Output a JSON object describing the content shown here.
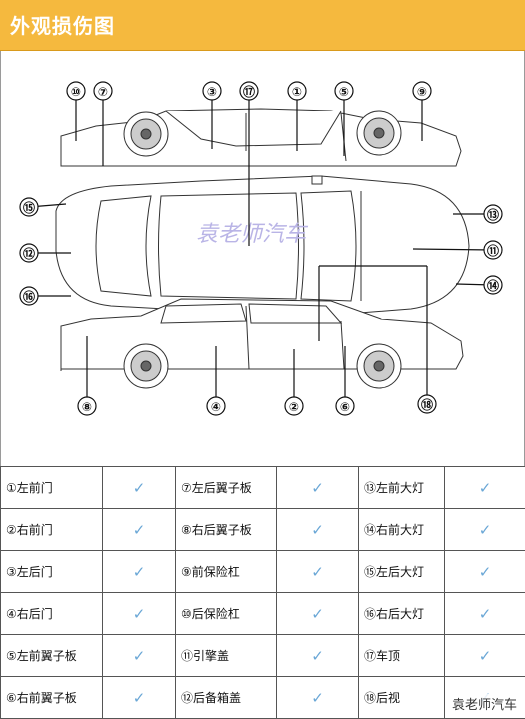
{
  "header": {
    "title": "外观损伤图"
  },
  "diagram": {
    "watermark": "袁老师汽车",
    "callouts": [
      "⑩",
      "⑦",
      "③",
      "⑰",
      "①",
      "⑤",
      "⑨",
      "⑮",
      "⑬",
      "⑫",
      "⑪",
      "⑯",
      "⑭",
      "⑧",
      "④",
      "②",
      "⑥",
      "⑱"
    ]
  },
  "checklist": {
    "check_mark": "✓",
    "check_color": "#6aa7d6",
    "rows": [
      [
        "①左前门",
        "⑦左后翼子板",
        "⑬左前大灯"
      ],
      [
        "②右前门",
        "⑧右后翼子板",
        "⑭右前大灯"
      ],
      [
        "③左后门",
        "⑨前保险杠",
        "⑮左后大灯"
      ],
      [
        "④右后门",
        "⑩后保险杠",
        "⑯右后大灯"
      ],
      [
        "⑤左前翼子板",
        "⑪引擎盖",
        "⑰车顶"
      ],
      [
        "⑥右前翼子板",
        "⑫后备箱盖",
        "⑱后视"
      ]
    ]
  },
  "footer_watermark": "袁老师汽车"
}
